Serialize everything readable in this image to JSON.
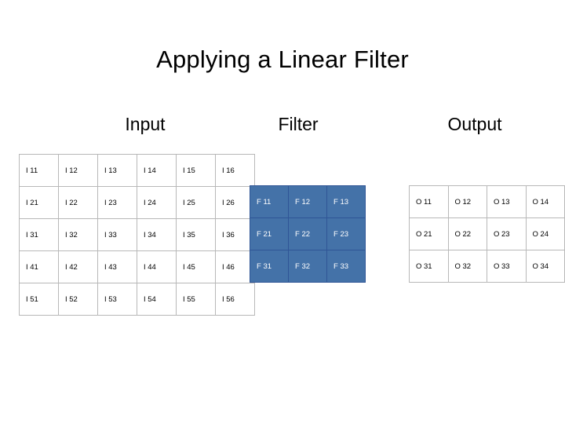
{
  "slide": {
    "title": "Applying a Linear Filter"
  },
  "labels": {
    "input": "Input",
    "filter": "Filter",
    "output": "Output"
  },
  "colors": {
    "filter_fill": "#4472a8",
    "filter_border": "#2f5596",
    "grid_border": "#b8b8b8",
    "background": "#ffffff",
    "text": "#000000"
  },
  "input_grid": {
    "rows": [
      [
        "I 11",
        "I 12",
        "I 13",
        "I 14",
        "I 15",
        "I 16"
      ],
      [
        "I 21",
        "I 22",
        "I 23",
        "I 24",
        "I 25",
        "I 26"
      ],
      [
        "I 31",
        "I 32",
        "I 33",
        "I 34",
        "I 35",
        "I 36"
      ],
      [
        "I 41",
        "I 42",
        "I 43",
        "I 44",
        "I 45",
        "I 46"
      ],
      [
        "I 51",
        "I 52",
        "I 53",
        "I 54",
        "I 55",
        "I 56"
      ]
    ]
  },
  "filter_grid": {
    "rows": [
      [
        "F 11",
        "F 12",
        "F 13"
      ],
      [
        "F 21",
        "F 22",
        "F 23"
      ],
      [
        "F 31",
        "F 32",
        "F 33"
      ]
    ]
  },
  "output_grid": {
    "rows": [
      [
        "O 11",
        "O 12",
        "O 13",
        "O 14"
      ],
      [
        "O 21",
        "O 22",
        "O 23",
        "O 24"
      ],
      [
        "O 31",
        "O 32",
        "O 33",
        "O 34"
      ]
    ]
  }
}
